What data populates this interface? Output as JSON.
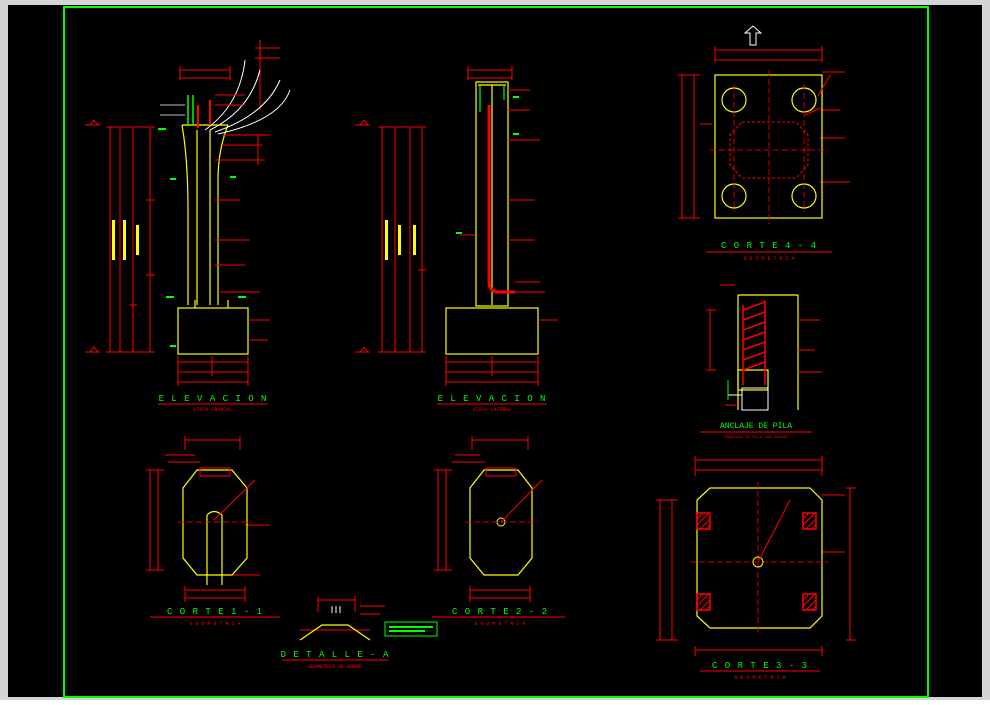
{
  "drawing": {
    "background": "#000000",
    "frame_color": "#00ff00",
    "line_colors": {
      "geometry": "#ffff00",
      "dimension": "#ff0000",
      "callout": "#ff0000",
      "center": "#ffffff",
      "level_marker": "#00ff00"
    },
    "views": [
      {
        "id": "elevacion-frontal",
        "title": "E L E V A C I O N",
        "subtitle": "VISTA FRONTAL"
      },
      {
        "id": "elevacion-lateral",
        "title": "E L E V A C I O N",
        "subtitle": "VISTA LATERAL"
      },
      {
        "id": "corte-4-4",
        "title": "C O R T E   4 - 4",
        "subtitle": "G E O M E T R I A"
      },
      {
        "id": "anclaje-pila",
        "title": "ANCLAJE DE PILA",
        "subtitle": "CONEXION DE PILA CON ZAPATA"
      },
      {
        "id": "corte-1-1",
        "title": "C O R T E   1 - 1",
        "subtitle": "G E O M E T R I A"
      },
      {
        "id": "corte-2-2",
        "title": "C O R T E   2 - 2",
        "subtitle": "G E O M E T R I A"
      },
      {
        "id": "corte-3-3",
        "title": "C O R T E   3 - 3",
        "subtitle": "G E O M E T R I A"
      },
      {
        "id": "detalle-a",
        "title": "D E T A L L E - A",
        "subtitle": "GEOMETRIA DE BORDE"
      }
    ]
  }
}
